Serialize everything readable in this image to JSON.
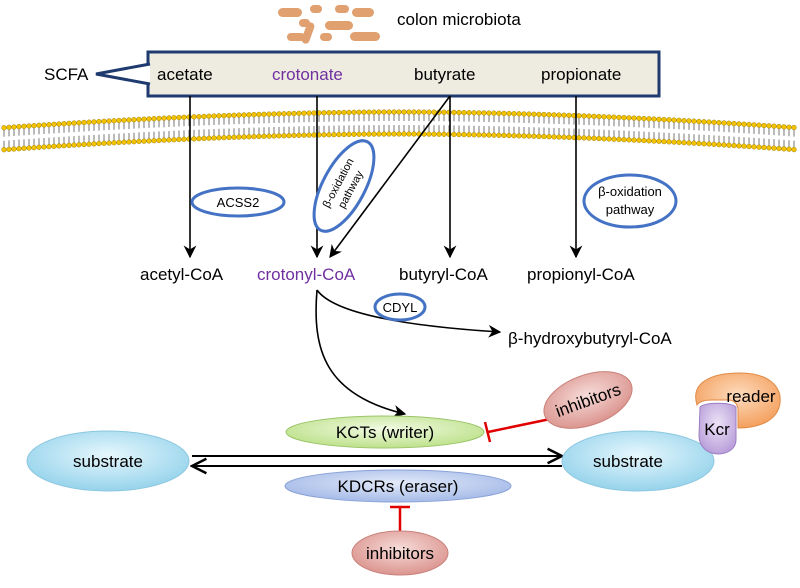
{
  "source": "colon microbiota",
  "scfa_label": "SCFA",
  "scfa_items": [
    "acetate",
    "crotonate",
    "butyrate",
    "propionate"
  ],
  "products": {
    "acetyl": "acetyl-CoA",
    "crotonyl": "crotonyl-CoA",
    "butyryl": "butyryl-CoA",
    "propionyl": "propionyl-CoA",
    "hydroxybutyryl": "β-hydroxybutyryl-CoA"
  },
  "enzymes": {
    "acss2": "ACSS2",
    "beta_ox_line1": "β-oxidation",
    "beta_ox_line2": "pathway",
    "cdyl": "CDYL"
  },
  "writer": "KCTs (writer)",
  "eraser": "KDCRs (eraser)",
  "inhibitors": "inhibitors",
  "substrate": "substrate",
  "reader": "reader",
  "kcr": "Kcr",
  "colors": {
    "purple": "#7030a0",
    "ring": "#4472c4",
    "box_fill": "#eeece1",
    "box_stroke": "#1f3a6e",
    "microbe": "#e0a070",
    "membrane_head": "#f2c200",
    "substrate_fill": "#bfe6f5",
    "writer_fill": "#d6efb0",
    "eraser_fill": "#b7c8ec",
    "inhibitor_fill": "#e4a9a4",
    "reader_fill": "#f6b27a",
    "kcr_fill": "#c9b4e2",
    "block": "#e00000"
  }
}
